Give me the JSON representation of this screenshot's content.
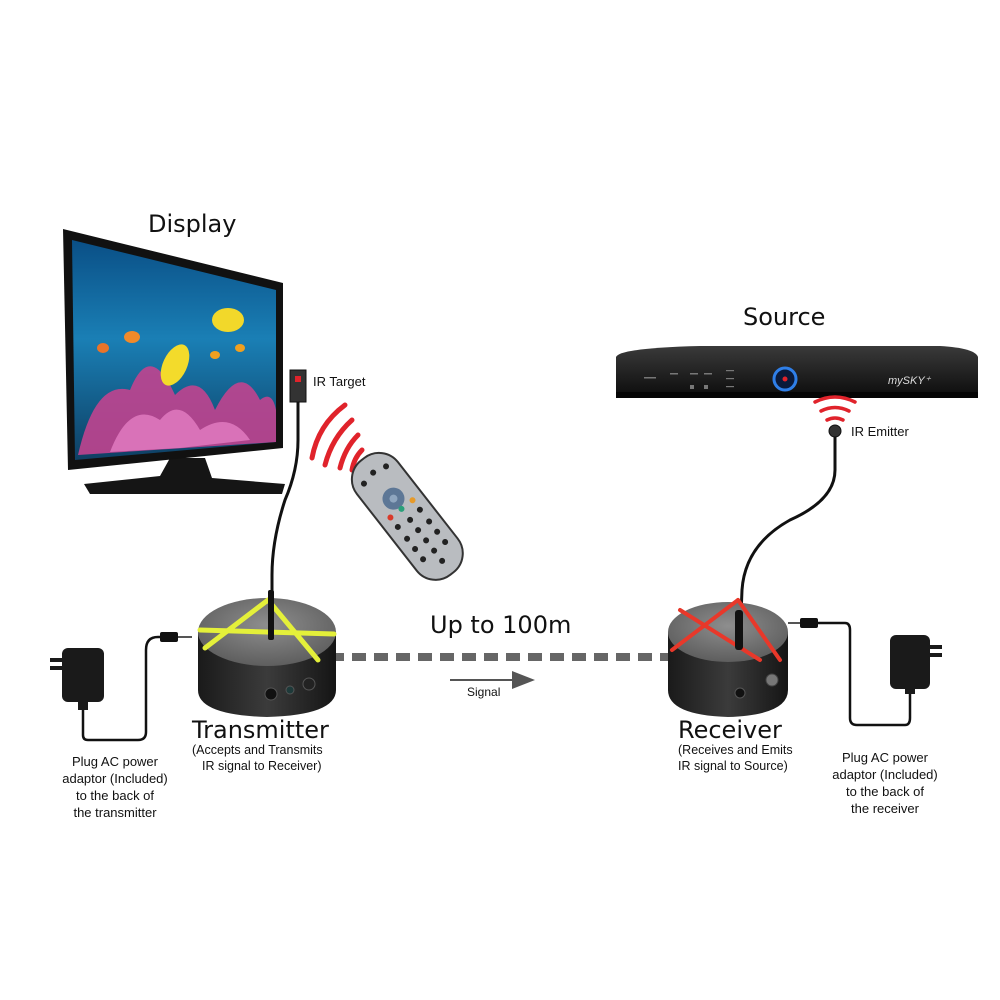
{
  "labels": {
    "display": "Display",
    "source": "Source",
    "ir_target": "IR Target",
    "ir_emitter": "IR Emitter",
    "distance": "Up to 100m",
    "signal": "Signal"
  },
  "transmitter": {
    "title": "Transmitter",
    "subtitle_line1": "(Accepts and Transmits",
    "subtitle_line2": "IR signal to Receiver)",
    "accent_color": "#e4f03a"
  },
  "receiver": {
    "title": "Receiver",
    "subtitle_line1": "(Receives and Emits",
    "subtitle_line2": "IR signal to Source)",
    "accent_color": "#e8382a"
  },
  "power_left": {
    "line1": "Plug AC power",
    "line2": "adaptor (Included)",
    "line3": "to the back of",
    "line4": "the transmitter"
  },
  "power_right": {
    "line1": "Plug AC power",
    "line2": "adaptor (Included)",
    "line3": "to the back of",
    "line4": "the receiver"
  },
  "source_device": {
    "brand": "mySKY+"
  },
  "colors": {
    "ir_wave": "#e0232b",
    "link_dash": "#666666",
    "device_body": "#2a2a2a",
    "device_top": "#7a7a7a"
  }
}
